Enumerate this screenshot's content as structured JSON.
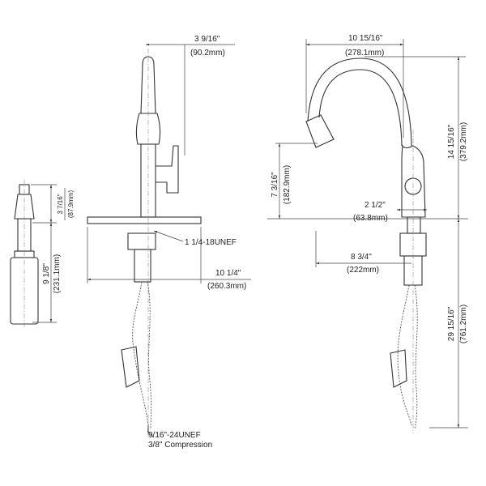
{
  "soap_dispenser": {
    "head_height": "3 7/16\"",
    "head_height_mm": "(87.9mm)",
    "total_height": "9 1/8\"",
    "total_height_mm": "(231.1mm)"
  },
  "front_view": {
    "spout_offset": "3 9/16\"",
    "spout_offset_mm": "(90.2mm)",
    "shank_thread": "1 1/4-18UNEF",
    "deck_plate_width": "10 1/4\"",
    "deck_plate_width_mm": "(260.3mm)",
    "hose_thread": "9/16\"-24UNEF",
    "hose_connection": "3/8\" Compression"
  },
  "side_view": {
    "spout_reach": "10 15/16\"",
    "spout_reach_mm": "(278.1mm)",
    "faucet_height": "14 15/16\"",
    "faucet_height_mm": "(379.2mm)",
    "spout_clearance": "7 3/16\"",
    "spout_clearance_mm": "(182.9mm)",
    "base_diameter": "2 1/2\"",
    "base_diameter_mm": "(63.8mm)",
    "hose_offset": "8 3/4\"",
    "hose_offset_mm": "(222mm)",
    "below_deck_length": "29 15/16\"",
    "below_deck_length_mm": "(761.2mm)"
  }
}
